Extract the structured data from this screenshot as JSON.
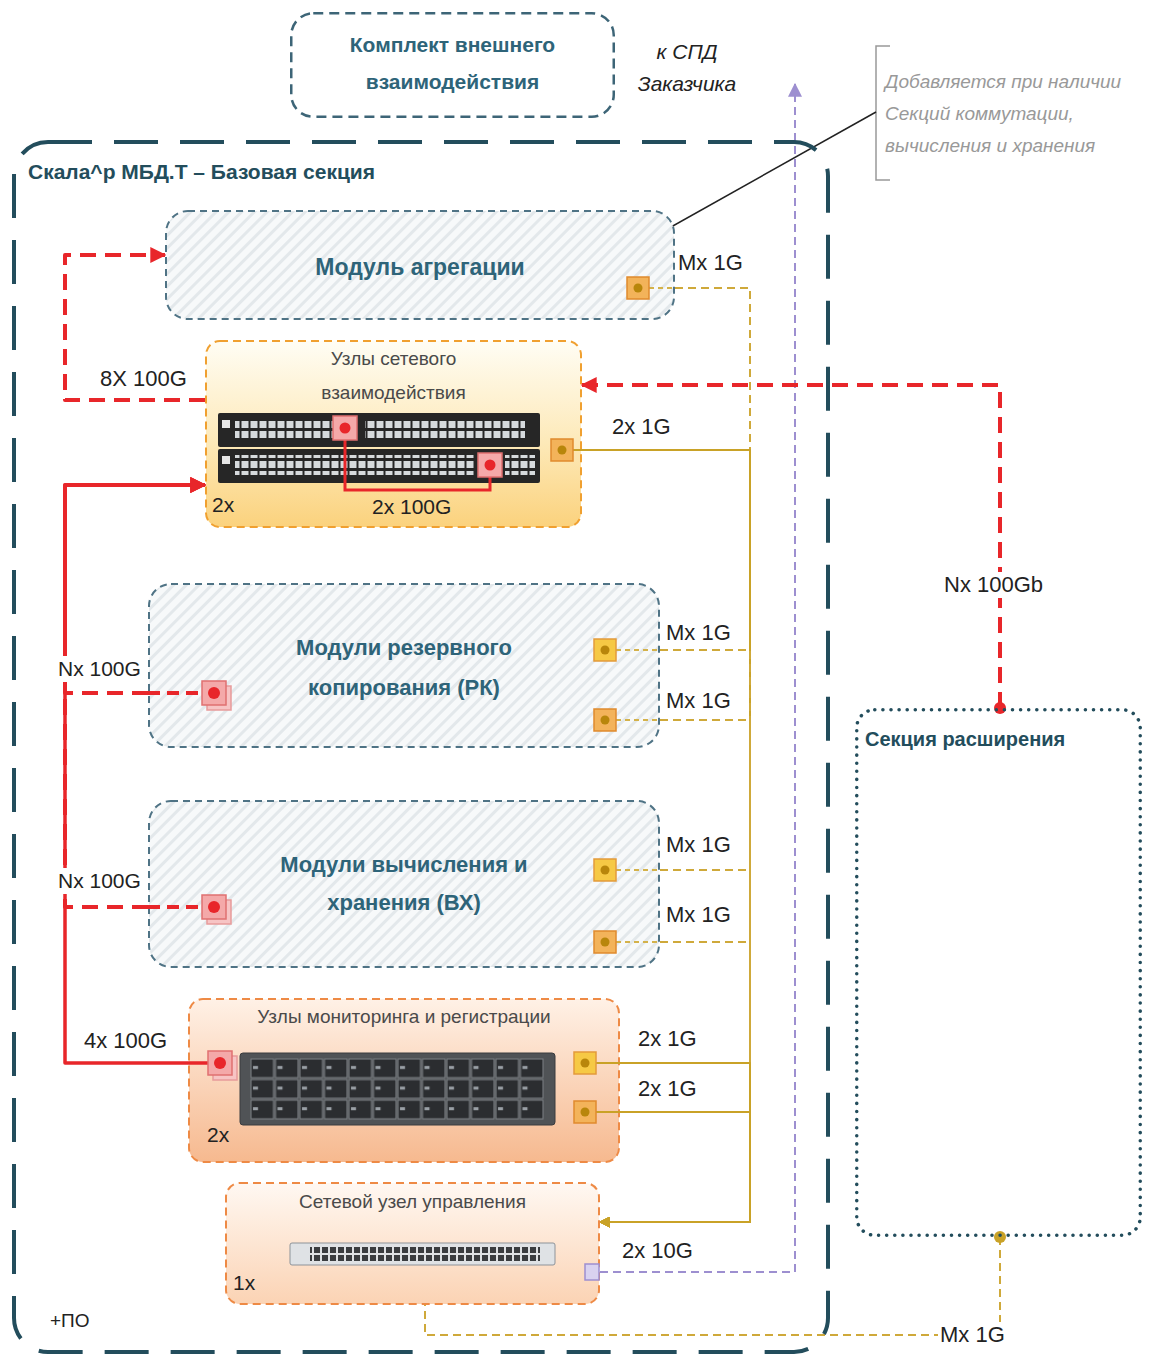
{
  "diagram": {
    "nodes": [
      {
        "text": [
          "Комплект внешнего взаимодействия"
        ]
      },
      {
        "text": [
          "Скала^р МБД.Т – Базовая секция",
          "+ПО"
        ]
      },
      {
        "text": [
          "Модуль агрегации"
        ],
        "in": 1
      },
      {
        "text": [
          "Узлы сетевого взаимодействия",
          "2x"
        ],
        "in": 1
      },
      {
        "text": [
          "Модули резервного копирования (РК)"
        ],
        "in": 1
      },
      {
        "text": [
          "Модули вычисления и хранения (ВХ)"
        ],
        "in": 1
      },
      {
        "text": [
          "Узлы мониторинга и регистрации",
          "2x"
        ],
        "in": 1
      },
      {
        "text": [
          "Сетевой узел управления",
          "1x"
        ],
        "in": 1
      },
      {
        "text": [
          "Секция расширения"
        ]
      }
    ],
    "edges": [
      {
        "from": 3,
        "to": 2,
        "arrow": "to",
        "label": "8X 100G"
      },
      {
        "from": 8,
        "to": 3,
        "arrow": "to",
        "label": "Nx 100Gb"
      },
      {
        "from": 6,
        "to": 3,
        "arrow": "to",
        "label": "4x 100G"
      },
      {
        "from": 4,
        "to": 3,
        "arrow": "to",
        "label": "Nx 100G"
      },
      {
        "from": 5,
        "to": 3,
        "arrow": "to",
        "label": "Nx 100G"
      },
      {
        "from": 2,
        "to": 7,
        "arrow": "to",
        "label": "Mx 1G"
      },
      {
        "from": 3,
        "to": 7,
        "arrow": "to",
        "label": "2x 1G"
      },
      {
        "from": 4,
        "to": 7,
        "arrow": "to",
        "label": "Mx 1G"
      },
      {
        "from": 4,
        "to": 7,
        "arrow": "to",
        "label": "Mx 1G"
      },
      {
        "from": 5,
        "to": 7,
        "arrow": "to",
        "label": "Mx 1G"
      },
      {
        "from": 5,
        "to": 7,
        "arrow": "to",
        "label": "Mx 1G"
      },
      {
        "from": 6,
        "to": 7,
        "arrow": "to",
        "label": "2x 1G"
      },
      {
        "from": 6,
        "to": 7,
        "arrow": "to",
        "label": "2x 1G"
      },
      {
        "from": 8,
        "to": 7,
        "arrow": "none",
        "label": "Mx 1G"
      }
    ],
    "labels": [
      "к СПД Заказчика",
      "Добавляется при наличии Секций коммутации, вычисления и хранения",
      "2x 100G",
      "2x 10G"
    ]
  }
}
